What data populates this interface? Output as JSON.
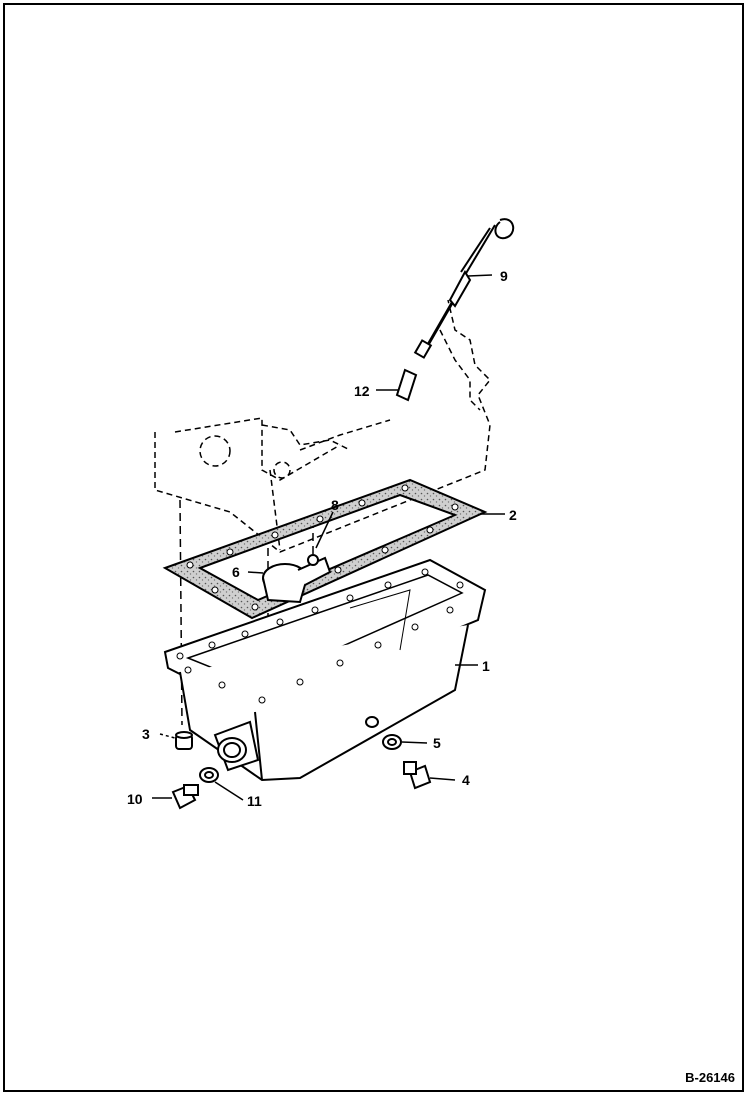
{
  "diagram": {
    "figure_id": "B-26146",
    "callouts": {
      "c1": "1",
      "c2": "2",
      "c3": "3",
      "c4": "4",
      "c5": "5",
      "c6": "6",
      "c8": "8",
      "c9": "9",
      "c10": "10",
      "c11": "11",
      "c12": "12"
    },
    "colors": {
      "ink": "#000000",
      "paper": "#ffffff",
      "gasket_fill": "#bdbdbd"
    }
  }
}
